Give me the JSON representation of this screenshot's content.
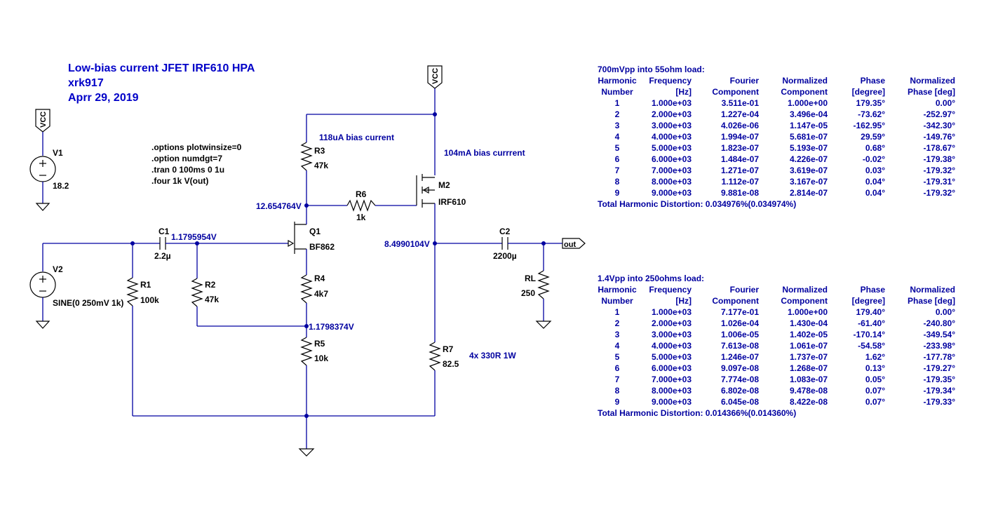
{
  "header": {
    "title": "Low-bias current JFET IRF610 HPA",
    "author": "xrk917",
    "date": "Aprr 29, 2019"
  },
  "directives": [
    ".options plotwinsize=0",
    ".option numdgt=7",
    ".tran 0 100ms 0 1u",
    ".four 1k V(out)"
  ],
  "components": {
    "v1": {
      "name": "V1",
      "value": "18.2"
    },
    "v2": {
      "name": "V2",
      "value": "SINE(0 250mV 1k)"
    },
    "c1": {
      "name": "C1",
      "value": "2.2µ"
    },
    "c2": {
      "name": "C2",
      "value": "2200µ"
    },
    "r1": {
      "name": "R1",
      "value": "100k"
    },
    "r2": {
      "name": "R2",
      "value": "47k"
    },
    "r3": {
      "name": "R3",
      "value": "47k"
    },
    "r4": {
      "name": "R4",
      "value": "4k7"
    },
    "r5": {
      "name": "R5",
      "value": "10k"
    },
    "r6": {
      "name": "R6",
      "value": "1k"
    },
    "r7": {
      "name": "R7",
      "value": "82.5"
    },
    "rl": {
      "name": "RL",
      "value": "250"
    },
    "q1": {
      "name": "Q1",
      "value": "BF862"
    },
    "m2": {
      "name": "M2",
      "value": "IRF610"
    }
  },
  "ports": {
    "vcc": "VCC",
    "out": "out"
  },
  "node_voltages": {
    "drain_r3": "12.654764V",
    "gate_q1": "1.1795954V",
    "output": "8.4990104V",
    "r4_r5": "1.1798374V"
  },
  "annotations": {
    "bias_q1": "118uA bias current",
    "bias_m2": "104mA bias currrent",
    "r7_note": "4x 330R 1W"
  },
  "fourier_tables": [
    {
      "caption": "700mVpp into 55ohm load:",
      "headers_top": [
        "Harmonic",
        "Frequency",
        "Fourier",
        "Normalized",
        "Phase",
        "Normalized"
      ],
      "headers_bottom": [
        "Number",
        "[Hz]",
        "Component",
        "Component",
        "[degree]",
        "Phase [deg]"
      ],
      "rows": [
        [
          "1",
          "1.000e+03",
          "3.511e-01",
          "1.000e+00",
          "179.35°",
          "0.00°"
        ],
        [
          "2",
          "2.000e+03",
          "1.227e-04",
          "3.496e-04",
          "-73.62°",
          "-252.97°"
        ],
        [
          "3",
          "3.000e+03",
          "4.026e-06",
          "1.147e-05",
          "-162.95°",
          "-342.30°"
        ],
        [
          "4",
          "4.000e+03",
          "1.994e-07",
          "5.681e-07",
          "29.59°",
          "-149.76°"
        ],
        [
          "5",
          "5.000e+03",
          "1.823e-07",
          "5.193e-07",
          "0.68°",
          "-178.67°"
        ],
        [
          "6",
          "6.000e+03",
          "1.484e-07",
          "4.226e-07",
          "-0.02°",
          "-179.38°"
        ],
        [
          "7",
          "7.000e+03",
          "1.271e-07",
          "3.619e-07",
          "0.03°",
          "-179.32°"
        ],
        [
          "8",
          "8.000e+03",
          "1.112e-07",
          "3.167e-07",
          "0.04°",
          "-179.31°"
        ],
        [
          "9",
          "9.000e+03",
          "9.881e-08",
          "2.814e-07",
          "0.04°",
          "-179.32°"
        ]
      ],
      "thd": "Total Harmonic Distortion: 0.034976%(0.034974%)"
    },
    {
      "caption": "1.4Vpp into 250ohms load:",
      "headers_top": [
        "Harmonic",
        "Frequency",
        "Fourier",
        "Normalized",
        "Phase",
        "Normalized"
      ],
      "headers_bottom": [
        "Number",
        "[Hz]",
        "Component",
        "Component",
        "[degree]",
        "Phase [deg]"
      ],
      "rows": [
        [
          "1",
          "1.000e+03",
          "7.177e-01",
          "1.000e+00",
          "179.40°",
          "0.00°"
        ],
        [
          "2",
          "2.000e+03",
          "1.026e-04",
          "1.430e-04",
          "-61.40°",
          "-240.80°"
        ],
        [
          "3",
          "3.000e+03",
          "1.006e-05",
          "1.402e-05",
          "-170.14°",
          "-349.54°"
        ],
        [
          "4",
          "4.000e+03",
          "7.613e-08",
          "1.061e-07",
          "-54.58°",
          "-233.98°"
        ],
        [
          "5",
          "5.000e+03",
          "1.246e-07",
          "1.737e-07",
          "1.62°",
          "-177.78°"
        ],
        [
          "6",
          "6.000e+03",
          "9.097e-08",
          "1.268e-07",
          "0.13°",
          "-179.27°"
        ],
        [
          "7",
          "7.000e+03",
          "7.774e-08",
          "1.083e-07",
          "0.05°",
          "-179.35°"
        ],
        [
          "8",
          "8.000e+03",
          "6.802e-08",
          "9.478e-08",
          "0.07°",
          "-179.34°"
        ],
        [
          "9",
          "9.000e+03",
          "6.045e-08",
          "8.422e-08",
          "0.07°",
          "-179.33°"
        ]
      ],
      "thd": "Total Harmonic Distortion: 0.014366%(0.014360%)"
    }
  ]
}
